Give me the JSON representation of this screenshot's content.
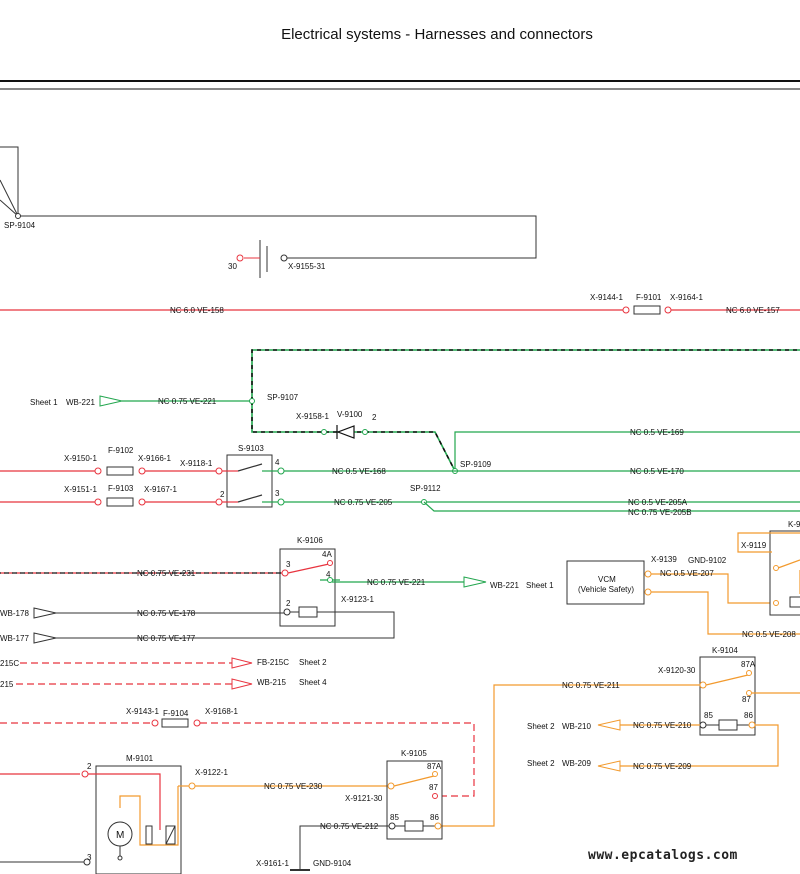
{
  "page": {
    "title": "Electrical systems - Harnesses and connectors",
    "watermark": "www.epcatalogs.com"
  },
  "colors": {
    "red": "#e8343f",
    "green": "#22a64e",
    "orange": "#f29a2e",
    "black": "#111111",
    "dark": "#333333"
  },
  "labels": {
    "sp9104": "SP-9104",
    "pin30": "30",
    "x9155": "X-9155-31",
    "x9144": "X-9144-1",
    "f9101": "F-9101",
    "x9164": "X-9164-1",
    "nc60_158": "NC 6.0 VE-158",
    "nc60_157": "NC 6.0 VE-157",
    "sheet1_a": "Sheet 1",
    "wb221_a": "WB-221",
    "nc075_221_a": "NC 0.75 VE-221",
    "sp9107": "SP-9107",
    "x9158": "X-9158-1",
    "v9100": "V-9100",
    "pin2_v": "2",
    "nc05_169": "NC 0.5 VE-169",
    "sp9109": "SP-9109",
    "x9150": "X-9150-1",
    "f9102": "F-9102",
    "x9166": "X-9166-1",
    "x9118": "X-9118-1",
    "s9103": "S-9103",
    "pin4_s": "4",
    "nc05_168": "NC 0.5 VE-168",
    "nc05_170": "NC 0.5 VE-170",
    "x9151": "X-9151-1",
    "f9103": "F-9103",
    "x9167": "X-9167-1",
    "pin2_s": "2",
    "pin3_s": "3",
    "nc075_205": "NC 0.75 VE-205",
    "sp9112": "SP-9112",
    "nc05_205a": "NC 0.5 VE-205A",
    "nc075_205b": "NC 0.75 VE-205B",
    "k9106": "K-9106",
    "pin4a": "4A",
    "pin3_k": "3",
    "pin4_k": "4",
    "pin2_k": "2",
    "nc075_231": "NC 0.75 VE-231",
    "nc075_221_b": "NC 0.75 VE-221",
    "wb221_b": "WB-221",
    "sheet1_b": "Sheet 1",
    "x9123": "X-9123-1",
    "wb178": "WB-178",
    "nc075_178": "NC 0.75 VE-178",
    "wb177": "WB-177",
    "nc075_177": "NC 0.75 VE-177",
    "vcm1": "VCM",
    "vcm2": "(Vehicle Safety)",
    "x9139": "X-9139",
    "gnd9102": "GND-9102",
    "nc05_207": "NC 0.5 VE-207",
    "nc05_208": "NC 0.5 VE-208",
    "x9119": "X-9119",
    "k9_cut": "K-9",
    "fb215c_l": "215C",
    "fb215c": "FB-215C",
    "sheet2_a": "Sheet 2",
    "wb215_l": "215",
    "wb215": "WB-215",
    "sheet4": "Sheet 4",
    "k9104": "K-9104",
    "x9120": "X-9120-30",
    "nc075_211": "NC 0.75 VE-211",
    "pin87a_b": "87A",
    "pin87_b": "87",
    "pin85_b": "85",
    "pin86_b": "86",
    "sheet2_b": "Sheet 2",
    "wb210": "WB-210",
    "nc075_210": "NC 0.75 VE-210",
    "sheet2_c": "Sheet 2",
    "wb209": "WB-209",
    "nc075_209": "NC 0.75 VE-209",
    "x9143": "X-9143-1",
    "f9104": "F-9104",
    "x9168": "X-9168-1",
    "m9101": "M-9101",
    "pin2_m": "2",
    "pin3_m": "3",
    "motor": "M",
    "x9122": "X-9122-1",
    "nc075_230": "NC 0.75 VE-230",
    "k9105": "K-9105",
    "pin87a_a": "87A",
    "pin87_a": "87",
    "x9121": "X-9121-30",
    "pin85_a": "85",
    "pin86_a": "86",
    "nc075_212": "NC 0.75 VE-212",
    "x9161": "X-9161-1",
    "gnd9104": "GND-9104"
  }
}
